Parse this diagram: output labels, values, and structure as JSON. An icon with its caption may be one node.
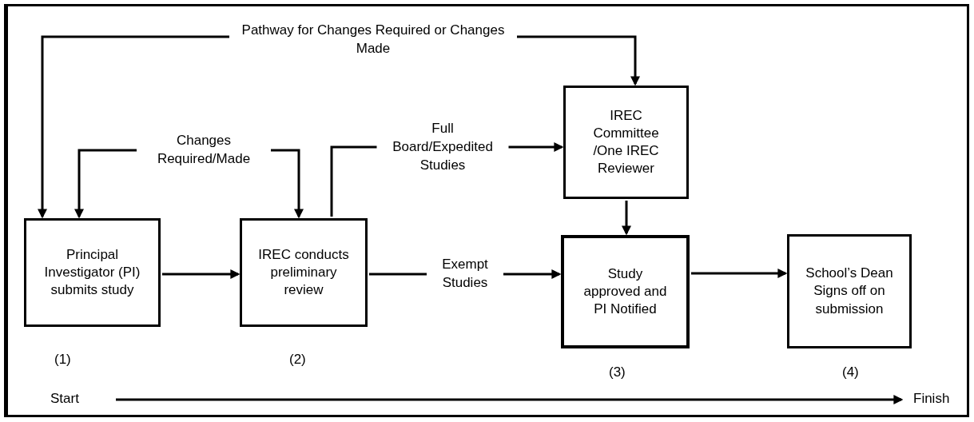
{
  "diagram": {
    "nodes": [
      {
        "text": [
          "Principal Investigator (PI) submits study"
        ],
        "beside": [
          "(1)"
        ]
      },
      {
        "text": [
          "IREC conducts preliminary review"
        ],
        "beside": [
          "(2)"
        ]
      },
      {
        "text": [
          "IREC Committee /One IREC Reviewer"
        ]
      },
      {
        "text": [
          "Study approved and PI Notified"
        ],
        "beside": [
          "(3)"
        ]
      },
      {
        "text": [
          "School’s Dean Signs off on submission"
        ],
        "beside": [
          "(4)"
        ]
      }
    ],
    "edges": [
      {
        "from": 0,
        "to": 1,
        "arrow": "to"
      },
      {
        "from": 1,
        "to": 3,
        "arrow": "to",
        "label": "Exempt Studies"
      },
      {
        "from": 1,
        "to": 2,
        "arrow": "to",
        "label": "Full Board/Expedited Studies"
      },
      {
        "from": 2,
        "to": 3,
        "arrow": "to"
      },
      {
        "from": 3,
        "to": 4,
        "arrow": "to"
      },
      {
        "from": 1,
        "to": 0,
        "arrow": "both",
        "label": "Changes Required/Made"
      },
      {
        "from": 2,
        "to": 0,
        "arrow": "both",
        "label": "Pathway for Changes Required or Changes Made"
      }
    ],
    "labels": [
      "Start",
      "Finish"
    ]
  }
}
